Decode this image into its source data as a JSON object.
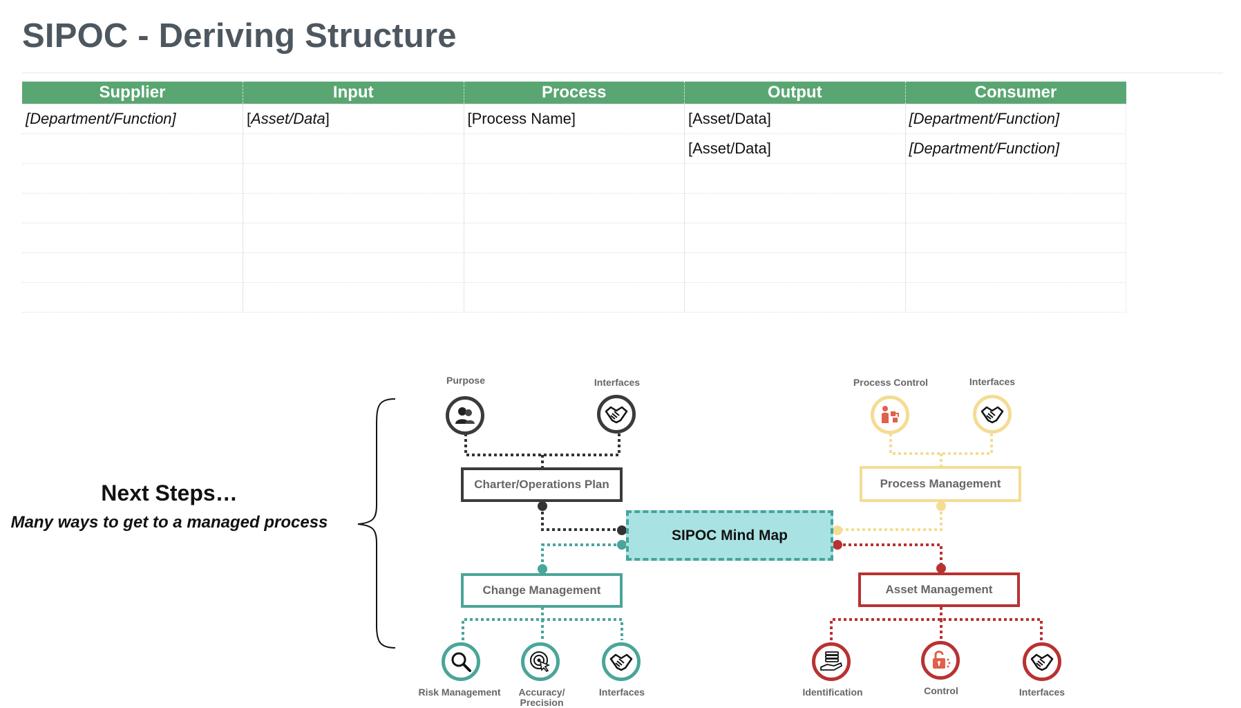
{
  "title": "SIPOC - Deriving Structure",
  "table": {
    "headers": [
      "Supplier",
      "Input",
      "Process",
      "Output",
      "Consumer"
    ],
    "rows": [
      [
        "[Department/Function]",
        "[Asset/Data]",
        "[Process Name]",
        "[Asset/Data]",
        "[Department/Function]"
      ],
      [
        "",
        "",
        "",
        "[Asset/Data]",
        "[Department/Function]"
      ],
      [
        "",
        "",
        "",
        "",
        ""
      ],
      [
        "",
        "",
        "",
        "",
        ""
      ],
      [
        "",
        "",
        "",
        "",
        ""
      ],
      [
        "",
        "",
        "",
        "",
        ""
      ],
      [
        "",
        "",
        "",
        "",
        ""
      ]
    ]
  },
  "next_steps": {
    "title": "Next Steps…",
    "subtitle": "Many ways to get to a managed process"
  },
  "mindmap": {
    "center": "SIPOC Mind Map",
    "colors": {
      "dark": "#3b3b3b",
      "teal": "#4aa59a",
      "yellow": "#f4dc92",
      "red": "#b83232",
      "center_fill": "#a9e2e2"
    },
    "charter": {
      "label": "Charter/Operations Plan",
      "icons": [
        {
          "label": "Purpose",
          "icon": "people-icon"
        },
        {
          "label": "Interfaces",
          "icon": "handshake-icon"
        }
      ]
    },
    "change": {
      "label": "Change Management",
      "icons": [
        {
          "label": "Risk Management",
          "icon": "magnifier-icon"
        },
        {
          "label": "Accuracy/ Precision",
          "icon": "target-cursor-icon"
        },
        {
          "label": "Interfaces",
          "icon": "handshake-icon"
        }
      ]
    },
    "process": {
      "label": "Process Management",
      "icons": [
        {
          "label": "Process Control",
          "icon": "process-control-icon"
        },
        {
          "label": "Interfaces",
          "icon": "handshake-icon"
        }
      ]
    },
    "asset": {
      "label": "Asset Management",
      "icons": [
        {
          "label": "Identification",
          "icon": "stack-hand-icon"
        },
        {
          "label": "Control",
          "icon": "lock-icon"
        },
        {
          "label": "Interfaces",
          "icon": "handshake-icon"
        }
      ]
    }
  }
}
